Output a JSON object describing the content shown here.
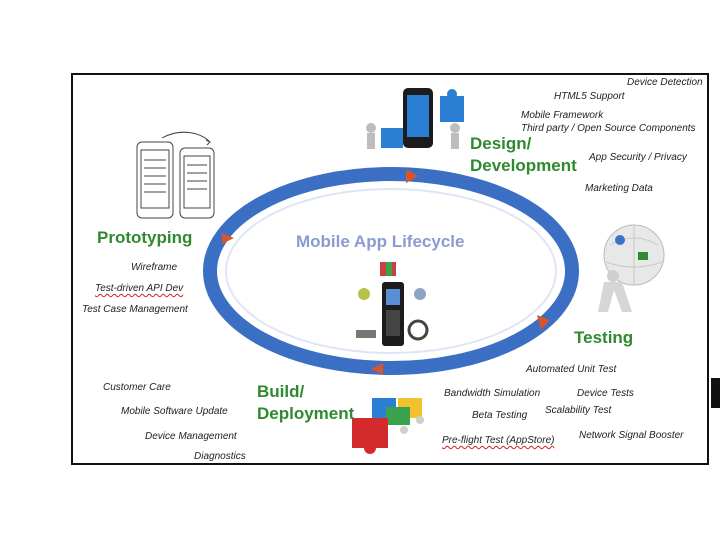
{
  "diagram": {
    "center_title": "Mobile App Lifecycle",
    "phases": {
      "design": {
        "line1": "Design/",
        "line2": "Development",
        "color": "#2f8a2f"
      },
      "prototyping": {
        "label": "Prototyping",
        "color": "#2f8a2f"
      },
      "testing": {
        "label": "Testing",
        "color": "#2f8a2f"
      },
      "build": {
        "line1": "Build/",
        "line2": "Deployment",
        "color": "#2f8a2f"
      }
    },
    "design_items": [
      "Device Detection",
      "HTML5 Support",
      "Mobile Framework",
      "Third party / Open Source Components",
      "App Security / Privacy",
      "Marketing Data"
    ],
    "prototyping_items": [
      "Wireframe",
      "Test-driven API Dev",
      "Test Case Management"
    ],
    "testing_items": [
      "Automated Unit Test",
      "Bandwidth Simulation",
      "Device Tests",
      "Beta Testing",
      "Scalability Test",
      "Pre-flight Test (AppStore)",
      "Network Signal Booster"
    ],
    "build_items": [
      "Customer Care",
      "Mobile Software Update",
      "Device Management",
      "Diagnostics"
    ],
    "colors": {
      "ring": "#3a6fc4",
      "arrows": "#d9532c",
      "phase_text": "#2f8a2f",
      "center_text": "#8a9bd0",
      "frame": "#111111"
    },
    "icons": [
      "wireframe-sketch-icon",
      "smartphone-puzzle-icon",
      "globe-carrying-figure-icon",
      "puzzle-team-icon",
      "mobile-devices-cluster-icon"
    ]
  }
}
